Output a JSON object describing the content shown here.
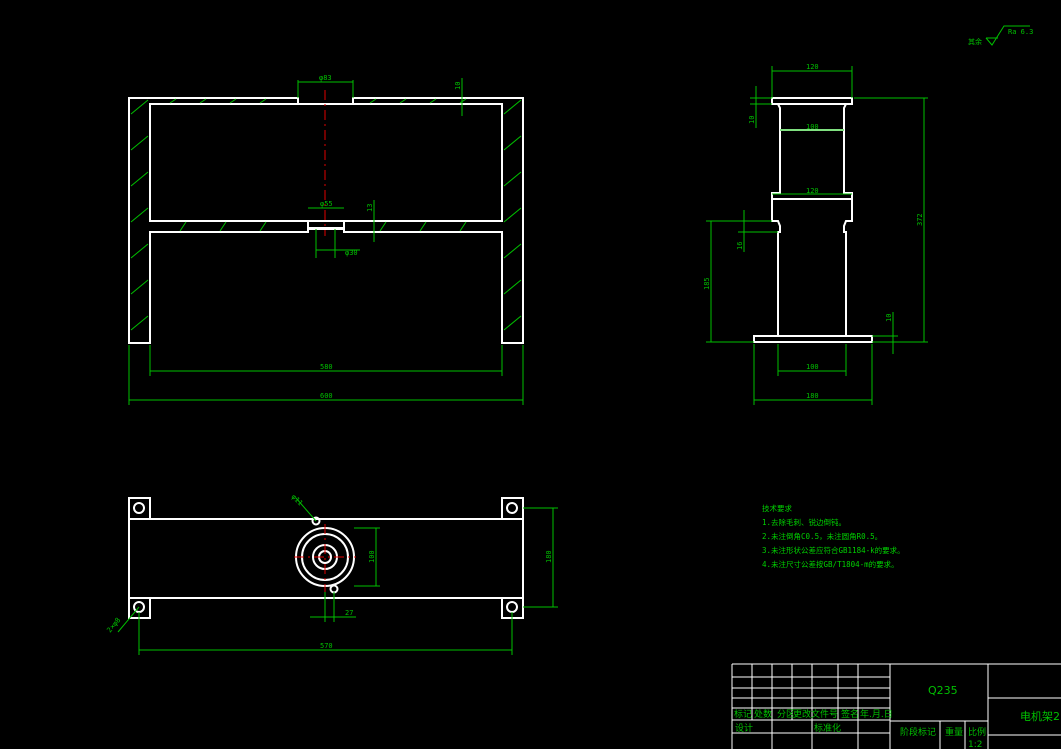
{
  "surface_finish": {
    "label": "其余",
    "value": "Ra 6.3"
  },
  "front_view": {
    "dim_top_dia": "φ83",
    "dim_top_thk": "10",
    "dim_hole_dia": "φ55",
    "dim_mid_thk": "13",
    "dim_bottom_dia": "φ30",
    "dim_inner_width": "580",
    "dim_total_width": "600"
  },
  "side_view": {
    "dim_top_width": "120",
    "dim_inner_top": "100",
    "dim_mid_width": "120",
    "dim_top_thk": "10",
    "dim_height": "372",
    "dim_mid_thk": "16",
    "dim_lower_height": "185",
    "dim_bottom_thk": "10",
    "dim_bottom_inner": "100",
    "dim_base_width": "180"
  },
  "plan_view": {
    "dim_hole_dia": "φ11",
    "dim_corner_dia": "2×φ8",
    "dim_circle": "100",
    "dim_offset": "27",
    "dim_depth": "180",
    "dim_span": "570"
  },
  "tech_notes": {
    "title": "技术要求",
    "items": [
      "1.去除毛刺、锐边倒钝。",
      "2.未注倒角C0.5，未注圆角R0.5。",
      "3.未注形状公差应符合GB1184-k的要求。",
      "4.未注尺寸公差按GB/T1804-m的要求。"
    ]
  },
  "title_block": {
    "material": "Q235",
    "part_name": "电机架2",
    "row_labels": [
      "标记",
      "处数",
      "分区",
      "更改文件号",
      "签名",
      "年.月.日"
    ],
    "design_label": "设计",
    "standardize_label": "标准化",
    "stage_label": "阶段标记",
    "weight_label": "重量",
    "scale_label": "比例",
    "scale_value": "1:2"
  }
}
